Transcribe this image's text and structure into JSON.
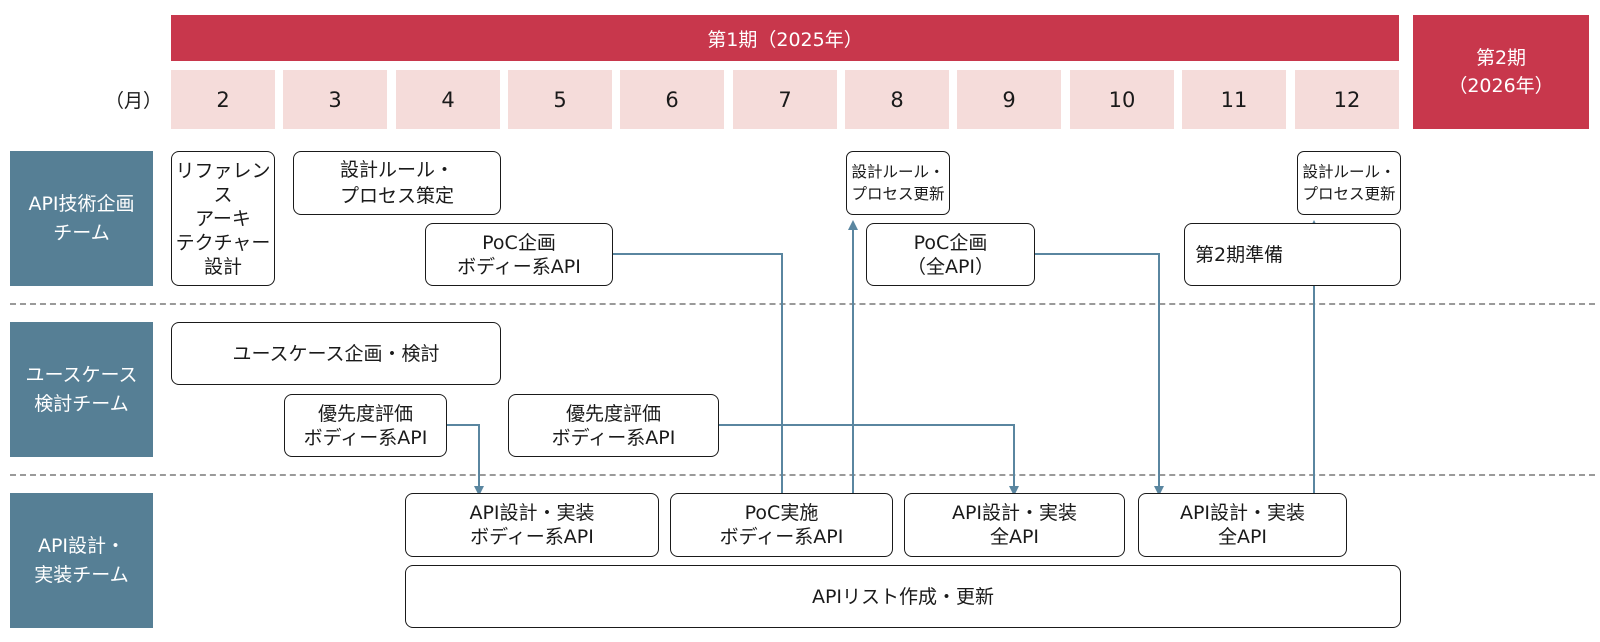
{
  "header": {
    "phase1": "第1期（2025年）",
    "phase2_lines": [
      "第2期",
      "（2026年）"
    ],
    "month_label": "（月）",
    "months": [
      "2",
      "3",
      "4",
      "5",
      "6",
      "7",
      "8",
      "9",
      "10",
      "11",
      "12"
    ]
  },
  "teams": {
    "planning": [
      "API技術企画",
      "チーム"
    ],
    "usecase": [
      "ユースケース",
      "検討チーム"
    ],
    "impl": [
      "API設計・",
      "実装チーム"
    ]
  },
  "tasks": {
    "reference_arch": [
      "リファレンス",
      "アーキ",
      "テクチャー",
      "設計"
    ],
    "design_rules": [
      "設計ルール・",
      "プロセス策定"
    ],
    "poc_plan_body": [
      "PoC企画",
      "ボディー系API"
    ],
    "rules_update_1": [
      "設計ルール・",
      "プロセス更新"
    ],
    "poc_plan_all": [
      "PoC企画",
      "（全API）"
    ],
    "rules_update_2": [
      "設計ルール・",
      "プロセス更新"
    ],
    "phase2_prep": [
      "第2期準備"
    ],
    "usecase_plan": [
      "ユースケース企画・検討"
    ],
    "priority_eval_1": [
      "優先度評価",
      "ボディー系API"
    ],
    "priority_eval_2": [
      "優先度評価",
      "ボディー系API"
    ],
    "api_impl_body": [
      "API設計・実装",
      "ボディー系API"
    ],
    "poc_exec": [
      "PoC実施",
      "ボディー系API"
    ],
    "api_impl_all_1": [
      "API設計・実装",
      "全API"
    ],
    "api_impl_all_2": [
      "API設計・実装",
      "全API"
    ],
    "api_list": [
      "APIリスト作成・更新"
    ]
  },
  "colors": {
    "phase_red": "#c8374c",
    "month_pink": "#f5dcda",
    "team_blue": "#567f95",
    "arrow_blue": "#5a86a0"
  }
}
